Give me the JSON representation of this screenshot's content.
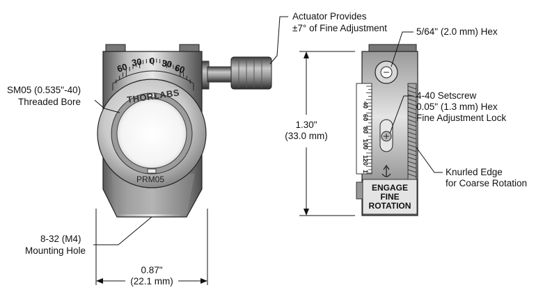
{
  "callouts": {
    "actuator": [
      "Actuator Provides",
      "±7° of Fine Adjustment"
    ],
    "threaded_bore": [
      "SM05 (0.535\"-40)",
      "Threaded Bore"
    ],
    "hex": "5/64\" (2.0 mm) Hex",
    "setscrew": [
      "4-40 Setscrew",
      "0.05\" (1.3 mm) Hex",
      "Fine Adjustment Lock"
    ],
    "knurled": [
      "Knurled Edge",
      "for Coarse Rotation"
    ],
    "mounting_hole": [
      "8-32 (M4)",
      "Mounting Hole"
    ]
  },
  "dimensions": {
    "height": [
      "1.30\"",
      "(33.0 mm)"
    ],
    "width": [
      "0.87\"",
      "(22.1 mm)"
    ]
  },
  "front_view": {
    "brand": "THORLABS",
    "part_number": "PRM05",
    "dial_labels": [
      "60",
      "30",
      "0",
      "30",
      "60"
    ]
  },
  "side_view": {
    "scale_labels": [
      "40",
      "60",
      "80",
      "100",
      "120",
      "1"
    ],
    "engrave": [
      "ENGAGE",
      "FINE",
      "ROTATION"
    ]
  }
}
